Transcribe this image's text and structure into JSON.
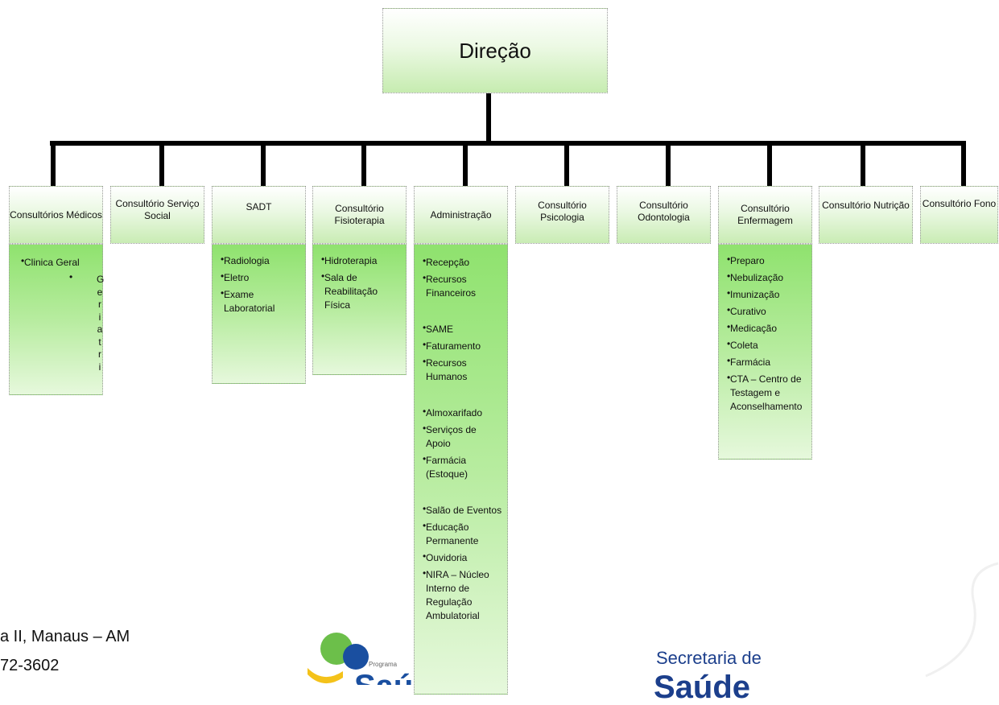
{
  "root": {
    "title": "Direção"
  },
  "units": [
    {
      "id": "consultorios-medicos",
      "label": "Consultórios Médicos",
      "items": [
        "Clinica Geral"
      ],
      "extra_bullet": "G e r i a t r i"
    },
    {
      "id": "consultorio-servico-social",
      "label": "Consultório Serviço Social",
      "items": []
    },
    {
      "id": "sadt",
      "label": "SADT",
      "items": [
        "Radiologia",
        "Eletro",
        "Exame Laboratorial"
      ]
    },
    {
      "id": "consultorio-fisioterapia",
      "label": "Consultório Fisioterapia",
      "items": [
        "Hidroterapia",
        "Sala de Reabilitação Física"
      ]
    },
    {
      "id": "administracao",
      "label": "Administração",
      "items": [
        "Recepção",
        "Recursos Financeiros",
        "SAME",
        "Faturamento",
        "Recursos Humanos",
        "Almoxarifado",
        "Serviços de Apoio",
        "Farmácia (Estoque)",
        "Salão de Eventos",
        "Educação Permanente",
        "Ouvidoria",
        "NIRA – Núcleo Interno de Regulação Ambulatorial"
      ]
    },
    {
      "id": "consultorio-psicologia",
      "label": "Consultório Psicologia",
      "items": []
    },
    {
      "id": "consultorio-odontologia",
      "label": "Consultório Odontologia",
      "items": []
    },
    {
      "id": "consultorio-enfermagem",
      "label": "Consultório Enfermagem",
      "items": [
        "Preparo",
        "Nebulização",
        "Imunização",
        "Curativo",
        "Medicação",
        "Coleta",
        "Farmácia",
        "CTA – Centro de Testagem e Aconselhamento"
      ]
    },
    {
      "id": "consultorio-nutricao",
      "label": "Consultório Nutrição",
      "items": []
    },
    {
      "id": "consultorio-fono",
      "label": "Consultório Fono",
      "items": []
    }
  ],
  "footer": {
    "address_line1": "a II, Manaus – AM",
    "address_line2": "72-3602",
    "logo_small": "Programa",
    "logo_big": "Saú",
    "secretaria": "Secretaria de",
    "secretaria_big": "Saúde"
  },
  "colors": {
    "line": "#000000",
    "box_head": "#eaf8e2",
    "list_top": "#8fe26e",
    "secretaria": "#1c3f8c"
  }
}
